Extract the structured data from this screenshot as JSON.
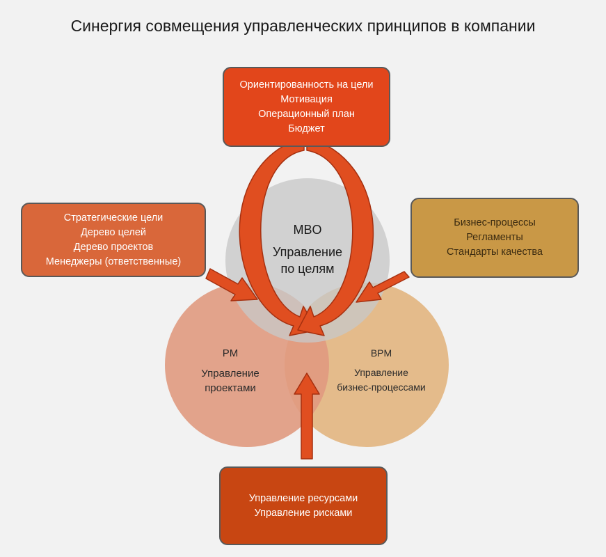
{
  "title": "Синергия совмещения управленческих принципов в компании",
  "boxes": {
    "top": [
      "Ориентированность на цели",
      "Мотивация",
      "Операционный план",
      "Бюджет"
    ],
    "left": [
      "Стратегические цели",
      "Дерево целей",
      "Дерево проектов",
      "Менеджеры (ответственные)"
    ],
    "right": [
      "Бизнес-процессы",
      "Регламенты",
      "Стандарты качества"
    ],
    "bottom": [
      "Управление ресурсами",
      "Управление рисками"
    ]
  },
  "circles": {
    "mbo": {
      "abbr": "MBO",
      "line1": "Управление",
      "line2": "по целям"
    },
    "pm": {
      "abbr": "PM",
      "line1": "Управление",
      "line2": "проектами"
    },
    "bpm": {
      "abbr": "BPM",
      "line1": "Управление",
      "line2": "бизнес-процессами"
    }
  },
  "colors": {
    "mbo_circle": "#c8c8c8",
    "pm_circle": "#e09a80",
    "bpm_circle": "#e2b57f",
    "arrow_fill": "#e04e20",
    "arrow_stroke": "#a53010"
  }
}
